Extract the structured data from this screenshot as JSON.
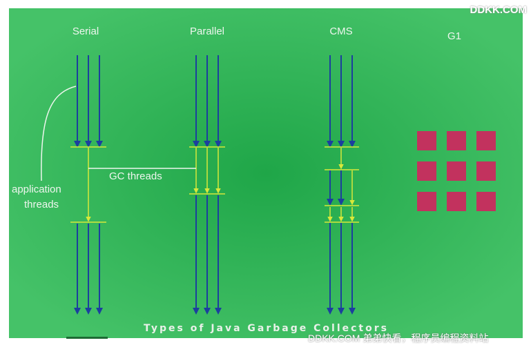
{
  "columns": [
    {
      "title": "Serial"
    },
    {
      "title": "Parallel"
    },
    {
      "title": "CMS"
    },
    {
      "title": "G1"
    }
  ],
  "annotations": {
    "application_threads_line1": "application",
    "application_threads_line2": "threads",
    "gc_threads": "GC threads"
  },
  "caption": "Types of Java Garbage Collectors",
  "watermarks": {
    "top_right": "DDKK.COM",
    "bottom": "DDKK.COM 弟弟快看，程序员编程资料站"
  },
  "colors": {
    "background_center": "#22aa4a",
    "background_edge": "#3fbe64",
    "application_thread": "#1b3f9e",
    "gc_thread": "#d8e83a",
    "g1_region": "#c2325e"
  },
  "g1": {
    "rows": 3,
    "cols": 3
  }
}
